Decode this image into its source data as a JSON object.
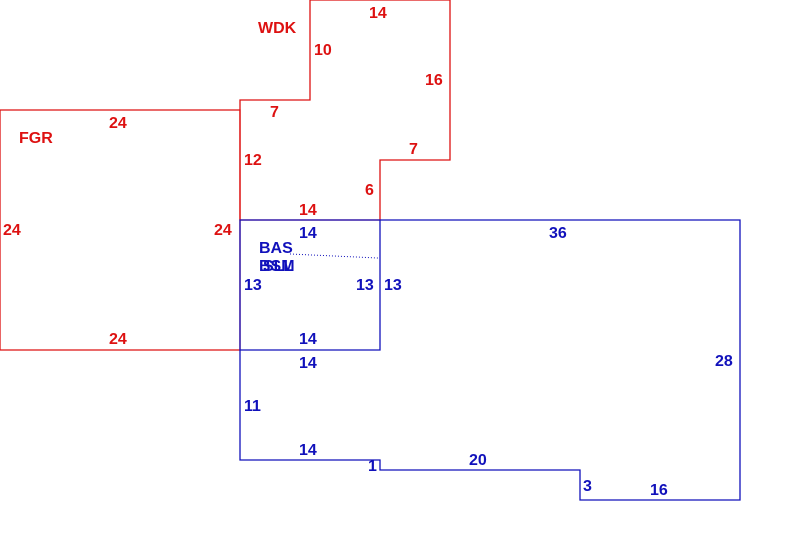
{
  "colors": {
    "red": "#dd1111",
    "blue": "#1111bb",
    "background": "#ffffff"
  },
  "areas": {
    "wdk": "WDK",
    "fgr": "FGR",
    "bas": "BAS",
    "bsm": "BSM",
    "sll": "SLL"
  },
  "dims": {
    "wdk_top": "14",
    "wdk_left_upper": "10",
    "wdk_right": "16",
    "wdk_step_top": "7",
    "wdk_step_right": "7",
    "wdk_left_lower": "12",
    "wdk_inner_right": "6",
    "wdk_bottom": "14",
    "fgr_top": "24",
    "fgr_left": "24",
    "fgr_right": "24",
    "fgr_bottom": "24",
    "bas_top": "14",
    "bas_left": "13",
    "bas_right_inner": "13",
    "bas_right_outer": "13",
    "bas_bottom_inner": "14",
    "bas_bottom_outer": "14",
    "main_top": "36",
    "main_right": "28",
    "lower_left": "11",
    "lower_bottom": "14",
    "lower_step": "1",
    "lower_bottom_mid": "20",
    "lower_step_right": "3",
    "lower_bottom_right": "16"
  }
}
